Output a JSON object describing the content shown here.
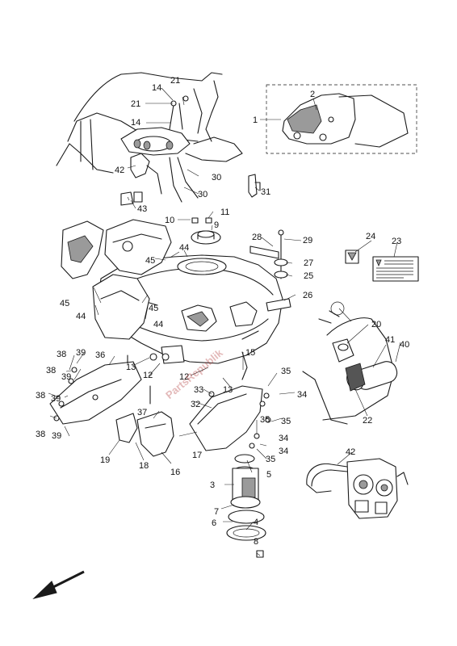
{
  "callouts": {
    "c1": "1",
    "c2": "2",
    "c3": "3",
    "c4": "4",
    "c5": "5",
    "c6": "6",
    "c7": "7",
    "c8": "8",
    "c9": "9",
    "c10": "10",
    "c11": "11",
    "c12": "12",
    "c12b": "12",
    "c13": "13",
    "c13b": "13",
    "c14a": "14",
    "c14b": "14",
    "c15": "15",
    "c16": "16",
    "c17": "17",
    "c18": "18",
    "c19": "19",
    "c20": "20",
    "c21a": "21",
    "c21b": "21",
    "c22": "22",
    "c23": "23",
    "c24": "24",
    "c25": "25",
    "c26": "26",
    "c27": "27",
    "c28": "28",
    "c29": "29",
    "c30a": "30",
    "c30b": "30",
    "c31": "31",
    "c32": "32",
    "c33": "33",
    "c34a": "34",
    "c34b": "34",
    "c34c": "34",
    "c35a": "35",
    "c35b": "35",
    "c35c": "35",
    "c35d": "35",
    "c36": "36",
    "c37": "37",
    "c38a": "38",
    "c38b": "38",
    "c38c": "38",
    "c39a": "39",
    "c39b": "39",
    "c39c": "39",
    "c39d": "39",
    "c40": "40",
    "c41": "41",
    "c42a": "42",
    "c42b": "42",
    "c43": "43",
    "c44a": "44",
    "c44b": "44",
    "c44c": "44",
    "c45a": "45",
    "c45b": "45",
    "c45c": "45"
  },
  "watermark": "PartsRepublik",
  "icons": {
    "direction": "front-arrow-icon"
  },
  "colors": {
    "line": "#1a1a1a",
    "shade": "#9a9a9a",
    "watermark": "#b03a3a"
  }
}
